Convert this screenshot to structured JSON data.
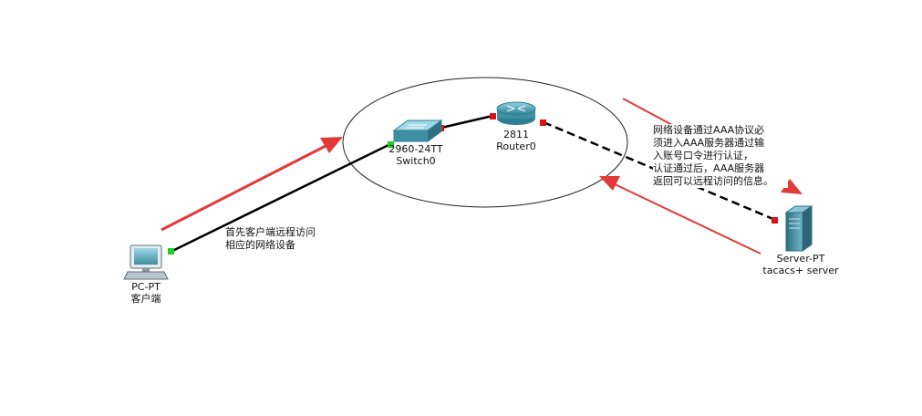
{
  "devices": {
    "pc": {
      "model": "PC-PT",
      "name": "客户端"
    },
    "switch": {
      "model": "2960-24TT",
      "name": "Switch0"
    },
    "router": {
      "model": "2811",
      "name": "Router0"
    },
    "server": {
      "model": "Server-PT",
      "name": "tacacs+ server"
    }
  },
  "annotations": {
    "client_note": [
      "首先客户端远程访问",
      "相应的网络设备"
    ],
    "aaa_note": [
      "网络设备通过AAA协议必",
      "须进入AAA服务器通过输",
      "入账号口令进行认证，",
      "认证通过后，AAA服务器",
      "返回可以远程访问的信息。"
    ]
  },
  "links": [
    {
      "from": "pc",
      "to": "switch",
      "style": "solid"
    },
    {
      "from": "switch",
      "to": "router",
      "style": "solid"
    },
    {
      "from": "router",
      "to": "server",
      "style": "dashed"
    }
  ],
  "colors": {
    "link": "#000000",
    "port_up": "#22cc22",
    "port_down": "#dd1111",
    "arrow": "#e23a36",
    "device": "#3f8fa2"
  }
}
